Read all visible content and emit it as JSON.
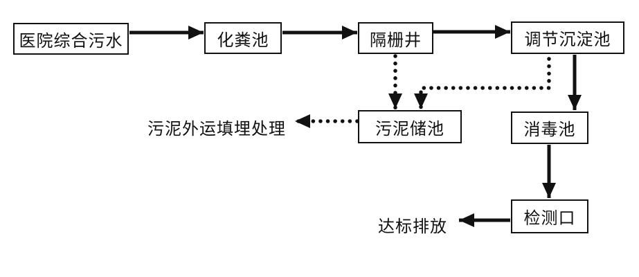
{
  "diagram": {
    "type": "flowchart",
    "subject": "hospital-wastewater-treatment-process",
    "background_color": "#ffffff",
    "stroke_color": "#111111",
    "nodes": [
      {
        "id": "hospital-sewage",
        "label": "医院综合污水"
      },
      {
        "id": "septic-tank",
        "label": "化粪池"
      },
      {
        "id": "grid-well",
        "label": "隔栅井"
      },
      {
        "id": "regulating-sedimentation-tank",
        "label": "调节沉淀池"
      },
      {
        "id": "sludge-storage-tank",
        "label": "污泥储池"
      },
      {
        "id": "disinfection-tank",
        "label": "消毒池"
      },
      {
        "id": "detection-port",
        "label": "检测口"
      }
    ],
    "annotations": [
      {
        "id": "sludge-offsite-landfill",
        "text": "污泥外运填埋处理"
      },
      {
        "id": "compliant-discharge",
        "text": "达标排放"
      }
    ],
    "edges": [
      {
        "from": "医院综合污水",
        "to": "化粪池",
        "style": "solid"
      },
      {
        "from": "化粪池",
        "to": "隔栅井",
        "style": "solid"
      },
      {
        "from": "隔栅井",
        "to": "调节沉淀池",
        "style": "solid"
      },
      {
        "from": "隔栅井",
        "to": "污泥储池",
        "style": "dotted"
      },
      {
        "from": "调节沉淀池",
        "to": "污泥储池",
        "style": "dotted"
      },
      {
        "from": "调节沉淀池",
        "to": "消毒池",
        "style": "solid"
      },
      {
        "from": "污泥储池",
        "to": "污泥外运填埋处理",
        "style": "dotted"
      },
      {
        "from": "消毒池",
        "to": "检测口",
        "style": "solid"
      },
      {
        "from": "检测口",
        "to": "达标排放",
        "style": "solid"
      }
    ]
  }
}
